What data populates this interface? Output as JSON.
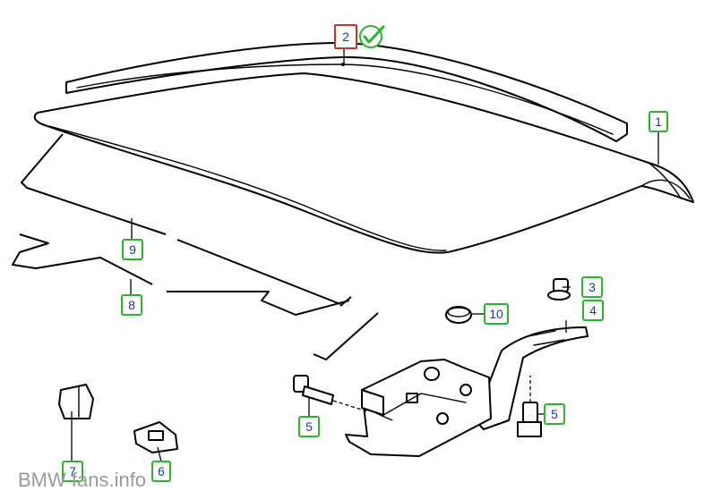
{
  "callouts": [
    {
      "id": "1",
      "label": "1"
    },
    {
      "id": "2",
      "label": "2",
      "selected": true
    },
    {
      "id": "3",
      "label": "3"
    },
    {
      "id": "4",
      "label": "4"
    },
    {
      "id": "5a",
      "label": "5"
    },
    {
      "id": "5b",
      "label": "5"
    },
    {
      "id": "6",
      "label": "6"
    },
    {
      "id": "7",
      "label": "7"
    },
    {
      "id": "8",
      "label": "8"
    },
    {
      "id": "9",
      "label": "9"
    },
    {
      "id": "10",
      "label": "10"
    }
  ],
  "status_icon": "check-circle-icon",
  "colors": {
    "callout_border": "#2bb52b",
    "callout_selected": "#c0392b",
    "callout_text": "#1f3a93",
    "check": "#2bb52b"
  },
  "watermark": "BMW fans.info"
}
